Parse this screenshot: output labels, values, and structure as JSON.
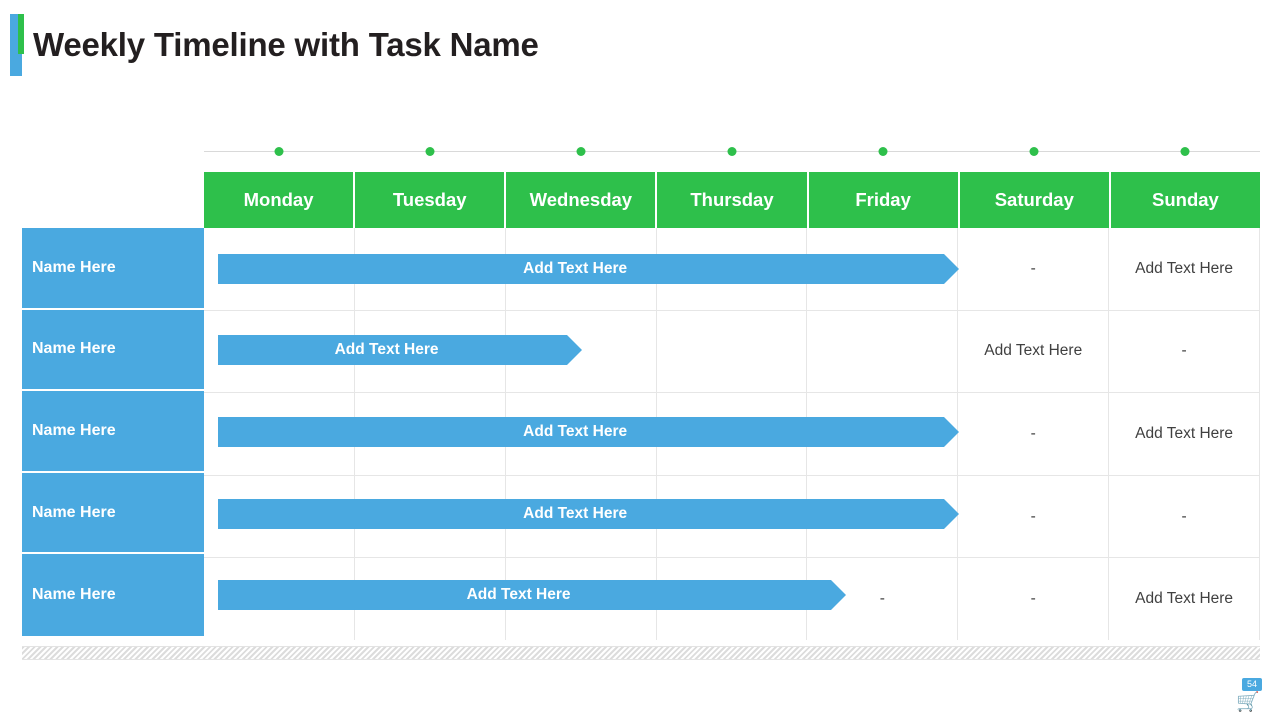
{
  "header": {
    "title": "Weekly Timeline with Task Name",
    "accent_blue": "#4aa9e0",
    "accent_green": "#2ec04b"
  },
  "timeline": {
    "dot_color": "#2ec04b",
    "dot_count": 7
  },
  "table": {
    "columns": [
      "Monday",
      "Tuesday",
      "Wednesday",
      "Thursday",
      "Friday",
      "Saturday",
      "Sunday"
    ],
    "rows": [
      {
        "name": "Name Here",
        "bar": {
          "label": "Add Text Here",
          "start_col": 0,
          "span_cols": 5
        },
        "cells": [
          "",
          "",
          "",
          "",
          "",
          "-",
          "Add Text Here"
        ]
      },
      {
        "name": "Name Here",
        "bar": {
          "label": "Add Text Here",
          "start_col": 0,
          "span_cols": 2.5
        },
        "cells": [
          "",
          "",
          "",
          "",
          "",
          "Add Text Here",
          "-"
        ]
      },
      {
        "name": "Name Here",
        "bar": {
          "label": "Add Text Here",
          "start_col": 0,
          "span_cols": 5
        },
        "cells": [
          "",
          "",
          "",
          "",
          "",
          "-",
          "Add Text Here"
        ]
      },
      {
        "name": "Name Here",
        "bar": {
          "label": "Add Text Here",
          "start_col": 0,
          "span_cols": 5
        },
        "cells": [
          "",
          "",
          "",
          "",
          "",
          "-",
          "-"
        ]
      },
      {
        "name": "Name Here",
        "bar": {
          "label": "Add Text Here",
          "start_col": 0,
          "span_cols": 4.25
        },
        "cells": [
          "",
          "",
          "",
          "",
          "-",
          "-",
          "Add Text Here"
        ]
      }
    ]
  },
  "footer": {
    "cart_badge": "54",
    "cart_icon": "cart-icon"
  }
}
